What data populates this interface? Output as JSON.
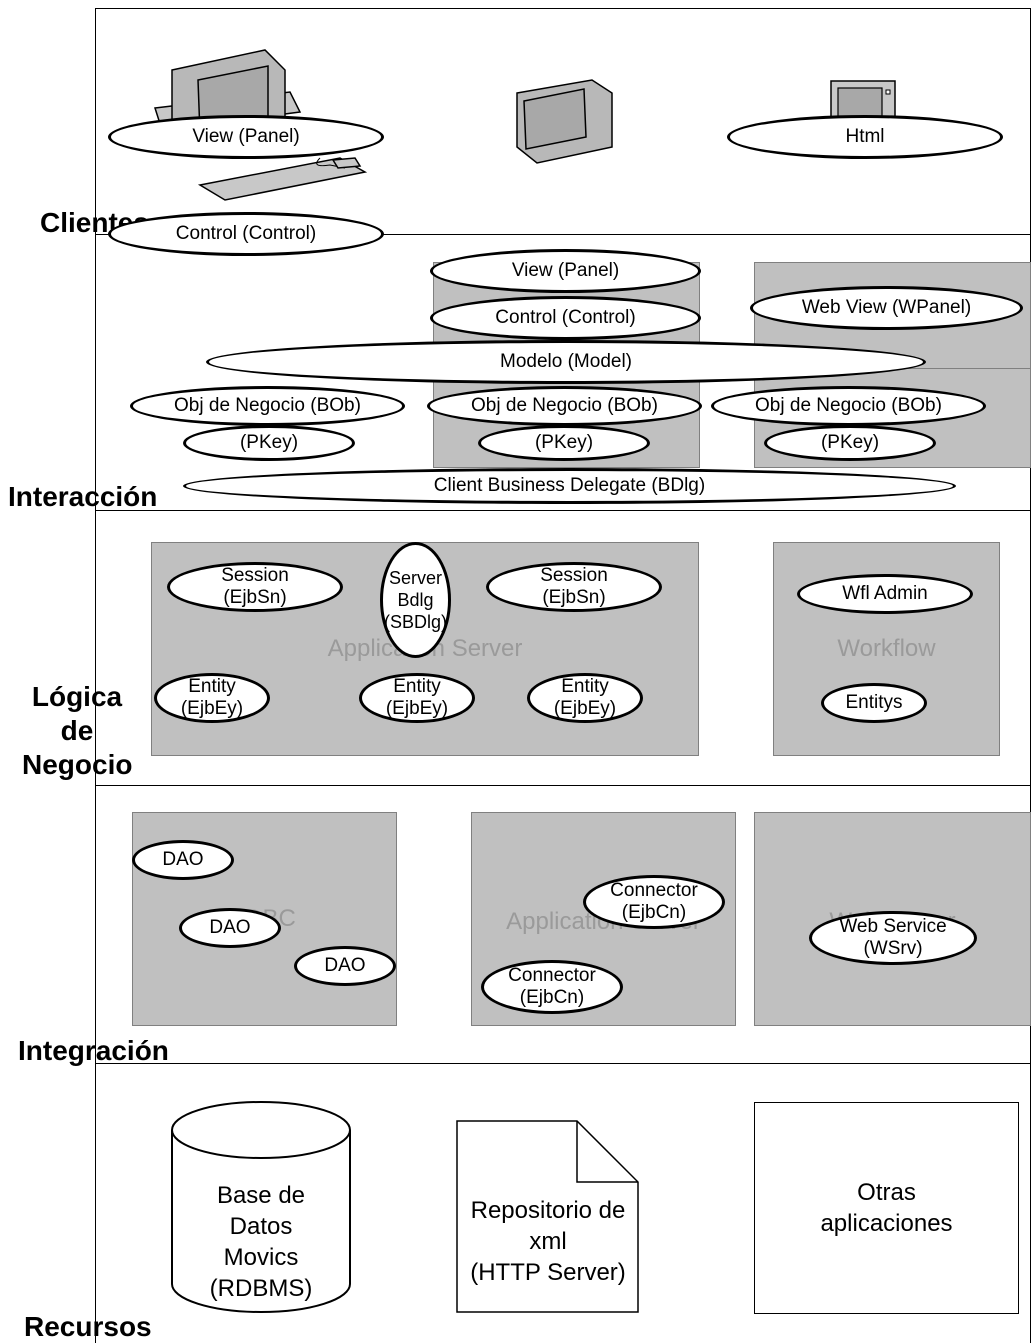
{
  "layers": {
    "clientes": "Clientes",
    "interaccion": "Interacción",
    "logica": "Lógica\nde\nNegocio",
    "integracion": "Integración",
    "recursos": "Recursos"
  },
  "clientes": {
    "view_panel": "View (Panel)",
    "html": "Html",
    "control": "Control (Control)"
  },
  "interaccion": {
    "view_panel": "View (Panel)",
    "control": "Control (Control)",
    "web_view": "Web View (WPanel)",
    "modelo": "Modelo (Model)",
    "bob": [
      "Obj de Negocio (BOb)",
      "Obj de Negocio (BOb)",
      "Obj de Negocio (BOb)"
    ],
    "pkey": [
      "(PKey)",
      "(PKey)",
      "(PKey)"
    ],
    "bdlg": "Client Business Delegate (BDlg)"
  },
  "logica": {
    "app_server": "Application Server",
    "workflow": "Workflow",
    "session": [
      "Session\n(EjbSn)",
      "Session\n(EjbSn)"
    ],
    "server_bdlg": "Server\nBdlg\n(SBDlg)",
    "entity": [
      "Entity\n(EjbEy)",
      "Entity\n(EjbEy)",
      "Entity\n(EjbEy)"
    ],
    "wfl_admin": "Wfl Admin",
    "entitys": "Entitys"
  },
  "integracion": {
    "jdbc_partial": "JDBC",
    "app_server_partial": "Application Server",
    "web_server_partial": "Web Server",
    "dao": [
      "DAO",
      "DAO",
      "DAO"
    ],
    "connector": [
      "Connector\n(EjbCn)",
      "Connector\n(EjbCn)"
    ],
    "web_service": "Web Service\n(WSrv)"
  },
  "recursos": {
    "db": "Base de\nDatos\nMovics\n(RDBMS)",
    "repo": "Repositorio de\nxml\n(HTTP Server)",
    "otras": "Otras\naplicaciones"
  },
  "colors": {
    "box_fill": "#c0c0c0",
    "watermark": "#9a9a9a",
    "line": "#000000"
  },
  "icons": [
    "desktop-computer-icon",
    "monitor-icon",
    "browser-window-icon",
    "database-cylinder-icon",
    "document-icon"
  ]
}
